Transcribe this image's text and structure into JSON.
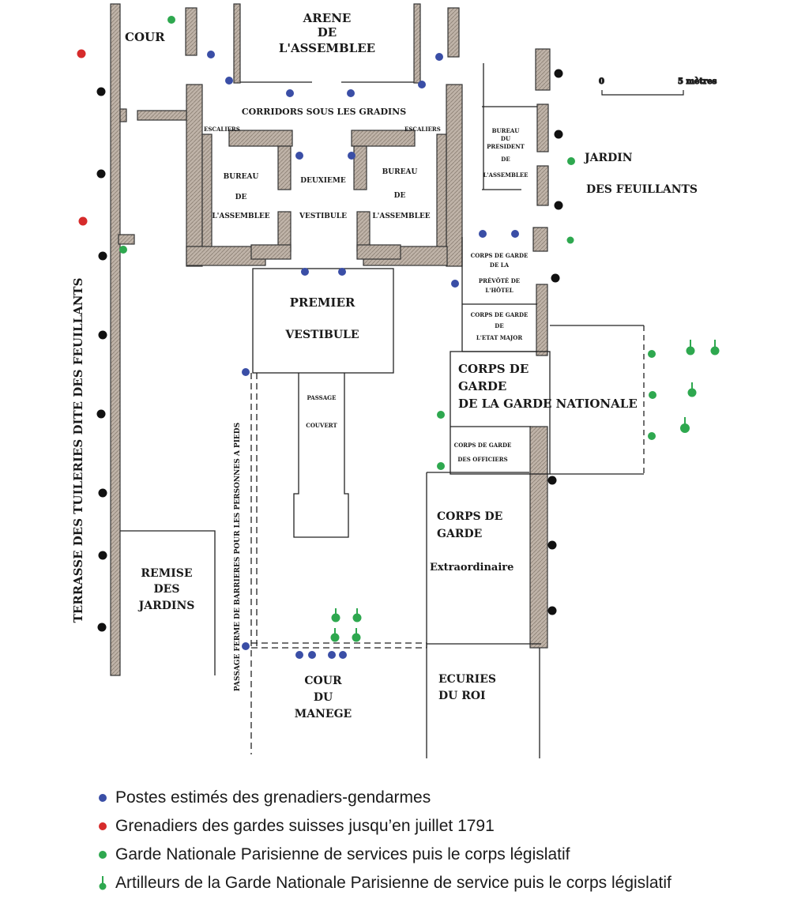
{
  "colors": {
    "grenadier_blue": "#3a4ea6",
    "suisse_red": "#d62b2b",
    "garde_green": "#2ea84f",
    "wall_fill": "#b9aea3",
    "ink": "#1a1a1a"
  },
  "map": {
    "labels": {
      "cour": "COUR",
      "arene_1": "ARENE",
      "arene_2": "DE",
      "arene_3": "L'ASSEMBLEE",
      "corridors": "CORRIDORS SOUS LES GRADINS",
      "escalier_left": "ESCALIERS",
      "escalier_right": "ESCALIERS",
      "bureau_l_1": "BUREAU",
      "bureau_l_2": "DE",
      "bureau_l_3": "L'ASSEMBLEE",
      "deuxieme_1": "DEUXIEME",
      "deuxieme_2": "VESTIBULE",
      "bureau_r_1": "BUREAU",
      "bureau_r_2": "DE",
      "bureau_r_3": "L'ASSEMBLEE",
      "bureau_pres_1": "BUREAU",
      "bureau_pres_2": "DU",
      "bureau_pres_3": "PRESIDENT",
      "bureau_pres_4": "DE",
      "bureau_pres_5": "L'ASSEMBLEE",
      "jardin_1": "JARDIN",
      "jardin_2": "DES FEUILLANTS",
      "scale_0": "0",
      "scale_5": "5 mètres",
      "prevote_1": "CORPS DE GARDE",
      "prevote_2": "DE LA",
      "prevote_3": "PRÉVÔTÉ DE",
      "prevote_4": "L'HÔTEL",
      "etat_1": "CORPS DE GARDE",
      "etat_2": "DE",
      "etat_3": "L'ETAT MAJOR",
      "premier_1": "PREMIER",
      "premier_2": "VESTIBULE",
      "passage_1": "PASSAGE",
      "passage_2": "COUVERT",
      "garde_nat_1": "CORPS DE",
      "garde_nat_2": "GARDE",
      "garde_nat_3": "DE LA GARDE NATIONALE",
      "officiers_1": "CORPS DE GARDE",
      "officiers_2": "DES OFFICIERS",
      "extra_1": "CORPS DE",
      "extra_2": "GARDE",
      "extra_3": "Extraordinaire",
      "terrasse": "TERRASSE   DES   TUILERIES   DITE   DES   FEUILLANTS",
      "passage_ferme": "PASSAGE  FERME  DE  BARRIERES  POUR  LES  PERSONNES  A  PIEDS",
      "remise_1": "REMISE",
      "remise_2": "DES",
      "remise_3": "JARDINS",
      "manege_1": "COUR",
      "manege_2": "DU",
      "manege_3": "MANEGE",
      "ecuries_1": "ECURIES",
      "ecuries_2": "DU ROI"
    }
  },
  "legend": {
    "items": [
      {
        "marker": "blue-dot",
        "label": "Postes estimés des grenadiers-gendarmes"
      },
      {
        "marker": "red-dot",
        "label": "Grenadiers des gardes suisses jusqu’en juillet 1791"
      },
      {
        "marker": "green-dot",
        "label": "Garde Nationale Parisienne de services puis le corps législatif"
      },
      {
        "marker": "green-pin",
        "label": "Artilleurs de la Garde Nationale Parisienne de service puis le corps législatif"
      }
    ]
  }
}
